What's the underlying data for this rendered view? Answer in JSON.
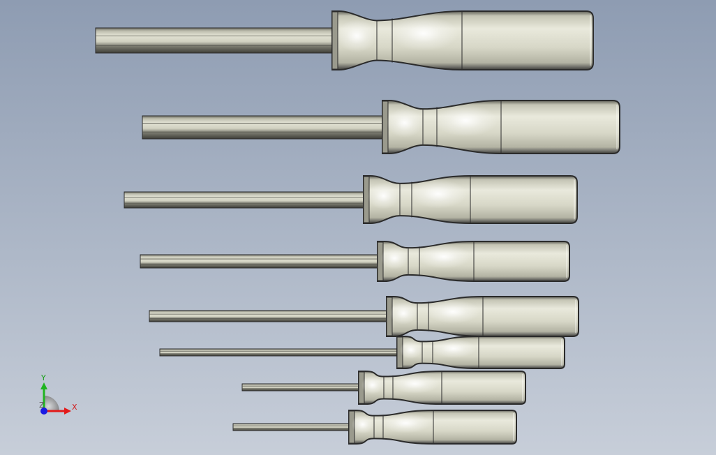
{
  "viewport": {
    "background_top": "#8e9cb2",
    "background_bottom": "#c7ced9"
  },
  "model": {
    "part_name": "hex-driver",
    "count": 8,
    "handle_color": "#dcdccb",
    "shaft_color": "#d2d2c2",
    "edge_color": "#2b2b2b"
  },
  "triad": {
    "x_label": "X",
    "y_label": "Y",
    "z_label": "Z",
    "x_color": "#e31a1a",
    "y_color": "#1fb41f",
    "z_color": "#1a1ae3"
  }
}
